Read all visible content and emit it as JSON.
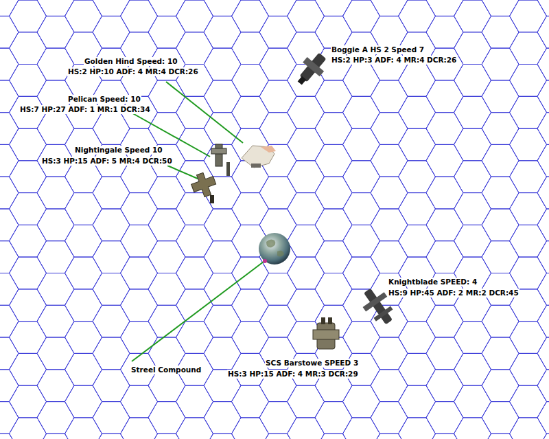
{
  "diagram": {
    "labels": [
      "Boggie A HS 2 Speed 7",
      "HS:2 HP:3 ADF: 4 MR:4 DCR:26",
      "Golden Hind Speed: 10",
      "HS:2 HP:10 ADF: 4 MR:4 DCR:26",
      "Pelican Speed: 10",
      "HS:7 HP:27 ADF: 1 MR:1 DCR:34",
      "Nightingale Speed 10",
      "HS:3 HP:15 ADF: 5 MR:4 DCR:50",
      "Knightblade SPEED: 4",
      "HS:9 HP:45 ADF: 2 MR:2 DCR:45",
      "SCS Barstowe SPEED 3",
      "HS:3 HP:15 ADF: 4 MR:3 DCR:29",
      "Streel Compound"
    ]
  }
}
